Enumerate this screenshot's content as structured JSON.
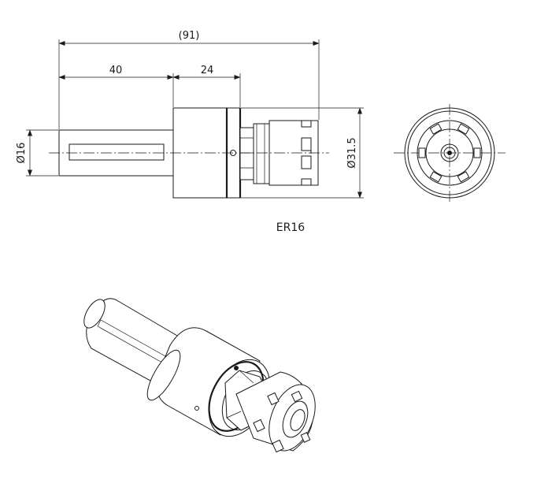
{
  "dimensions": {
    "overall_length": "(91)",
    "shank_length": "40",
    "body_length": "24",
    "shank_diameter": "Ø16",
    "body_diameter": "Ø31.5"
  },
  "model_label": "ER16"
}
